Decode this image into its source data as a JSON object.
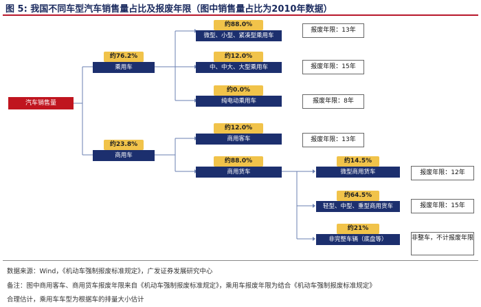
{
  "title": "图 5:  我国不同车型汽车销售量占比及报废年限（图中销售量占比为2010年数据）",
  "root": {
    "label": "汽车销售量"
  },
  "level1": [
    {
      "pct": "约76.2%",
      "label": "乘用车"
    },
    {
      "pct": "约23.8%",
      "label": "商用车"
    }
  ],
  "passenger_children": [
    {
      "pct": "约88.0%",
      "label": "微型、小型、紧凑型乘用车",
      "scrap": "报废年限：13年"
    },
    {
      "pct": "约12.0%",
      "label": "中、中大、大型乘用车",
      "scrap": "报废年限：15年"
    },
    {
      "pct": "约0.0%",
      "label": "纯电动乘用车",
      "scrap": "报废年限：8年"
    }
  ],
  "commercial_children": [
    {
      "pct": "约12.0%",
      "label": "商用客车",
      "scrap": "报废年限：13年"
    },
    {
      "pct": "约88.0%",
      "label": "商用货车"
    }
  ],
  "truck_children": [
    {
      "pct": "约14.5%",
      "label": "微型商用货车",
      "scrap": "报废年限：12年"
    },
    {
      "pct": "约64.5%",
      "label": "轻型、中型、重型商用货车",
      "scrap": "报废年限：15年"
    },
    {
      "pct": "约21%",
      "label": "非完整车辆（底盘等）",
      "scrap": "非整车，不计报废年限"
    }
  ],
  "footer": {
    "source": "数据来源：Wind，《机动车强制报废标准规定》，广发证券发展研究中心",
    "note1": "备注：图中商用客车、商用货车报废年限来自《机动车强制报废标准规定》，乘用车报废年限为结合《机动车强制报废标准规定》",
    "note2": "合理估计，乘用车车型为根据车的排量大小估计"
  },
  "colors": {
    "accent": "#f1c34a",
    "node": "#1c2f6e",
    "root": "#c0151f",
    "rule": "#b7162a"
  }
}
